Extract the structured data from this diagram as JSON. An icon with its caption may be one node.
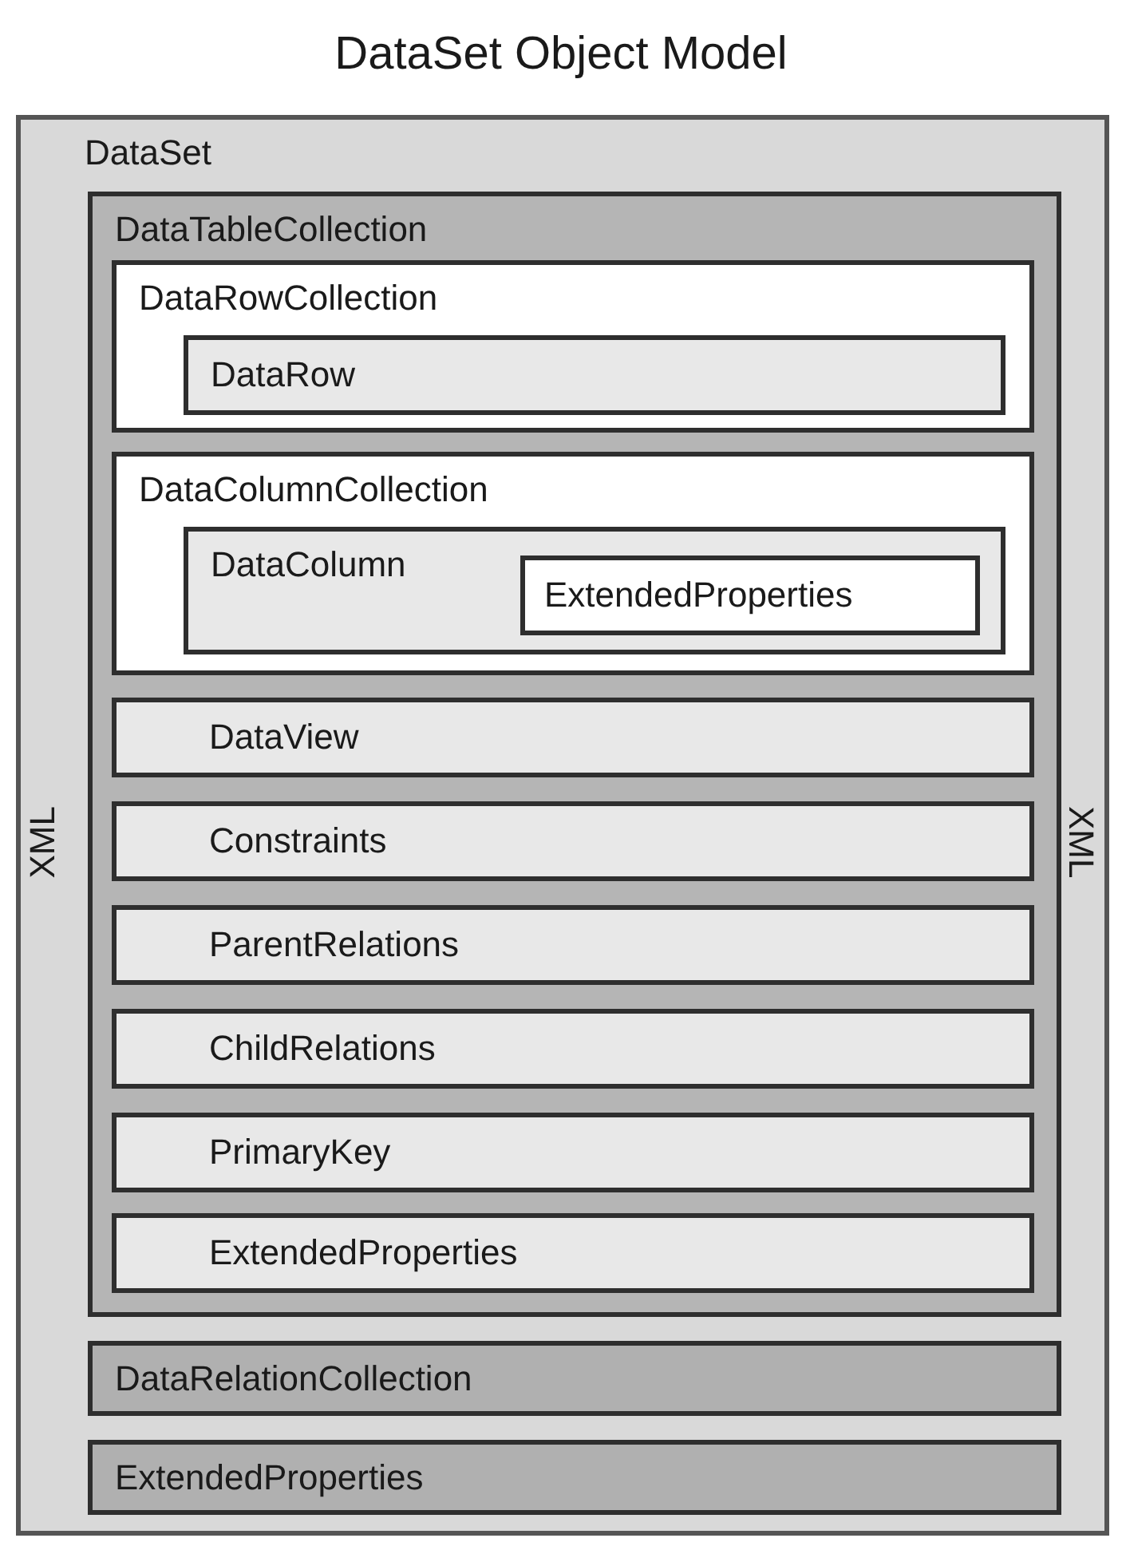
{
  "diagram": {
    "title": "DataSet Object Model",
    "nodes": [
      {
        "text": [
          "DataSet"
        ]
      },
      {
        "text": [
          "DataTableCollection"
        ],
        "in": 0
      },
      {
        "text": [
          "DataRowCollection"
        ],
        "in": 1
      },
      {
        "text": [
          "DataRow"
        ],
        "in": 2
      },
      {
        "text": [
          "DataColumnCollection"
        ],
        "in": 1
      },
      {
        "text": [
          "DataColumn"
        ],
        "in": 4
      },
      {
        "text": [
          "ExtendedProperties"
        ],
        "in": 5
      },
      {
        "text": [
          "DataView"
        ],
        "in": 1
      },
      {
        "text": [
          "Constraints"
        ],
        "in": 1
      },
      {
        "text": [
          "ParentRelations"
        ],
        "in": 1
      },
      {
        "text": [
          "ChildRelations"
        ],
        "in": 1
      },
      {
        "text": [
          "PrimaryKey"
        ],
        "in": 1
      },
      {
        "text": [
          "ExtendedProperties"
        ],
        "in": 1
      },
      {
        "text": [
          "DataRelationCollection"
        ],
        "in": 0
      },
      {
        "text": [
          "ExtendedProperties"
        ],
        "in": 0
      }
    ],
    "labels": [
      "XML",
      "XML"
    ]
  }
}
